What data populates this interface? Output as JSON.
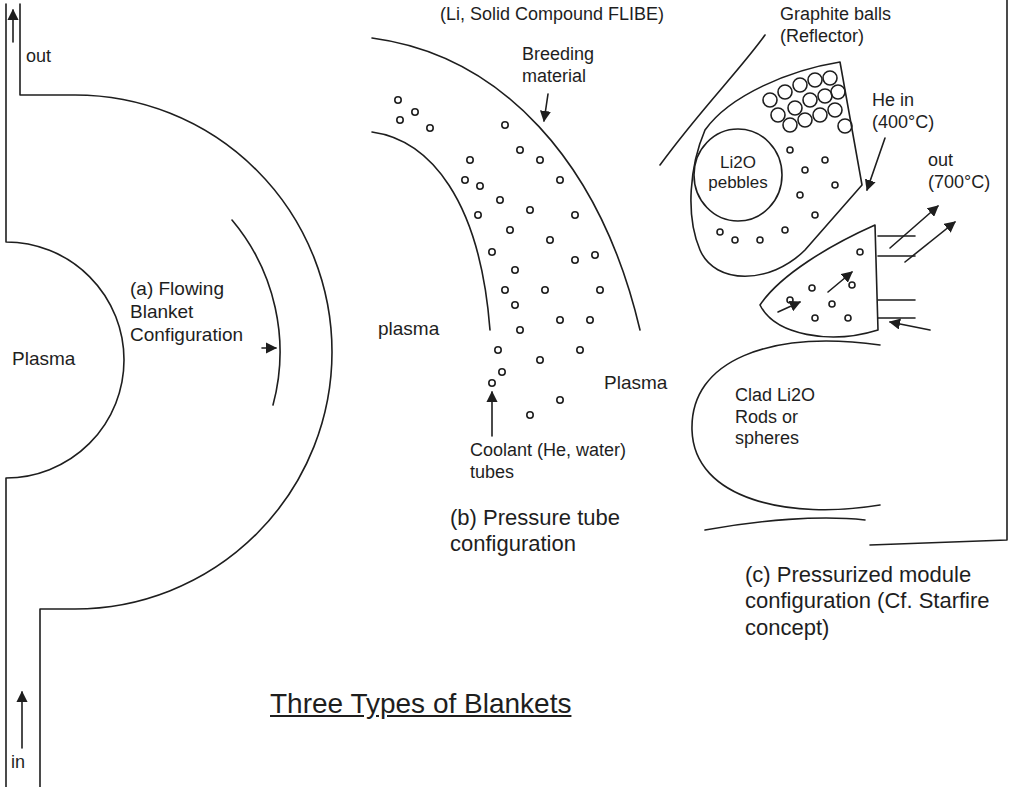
{
  "diagram": {
    "caption": "Three Types of Blankets",
    "labels": [
      "out",
      "(a) Flowing Blanket Configuration",
      "Plasma",
      "in",
      "(Li, Solid Compound FLIBE)",
      "Breeding material",
      "plasma",
      "Coolant (He, water) tubes",
      "(b) Pressure tube configuration",
      "Graphite balls (Reflector)",
      "Li2O pebbles",
      "He in (400°C)",
      "out (700°C)",
      "Plasma",
      "Clad Li2O Rods or spheres",
      "(c) Pressurized module configuration (Cf. Starfire concept)"
    ]
  }
}
